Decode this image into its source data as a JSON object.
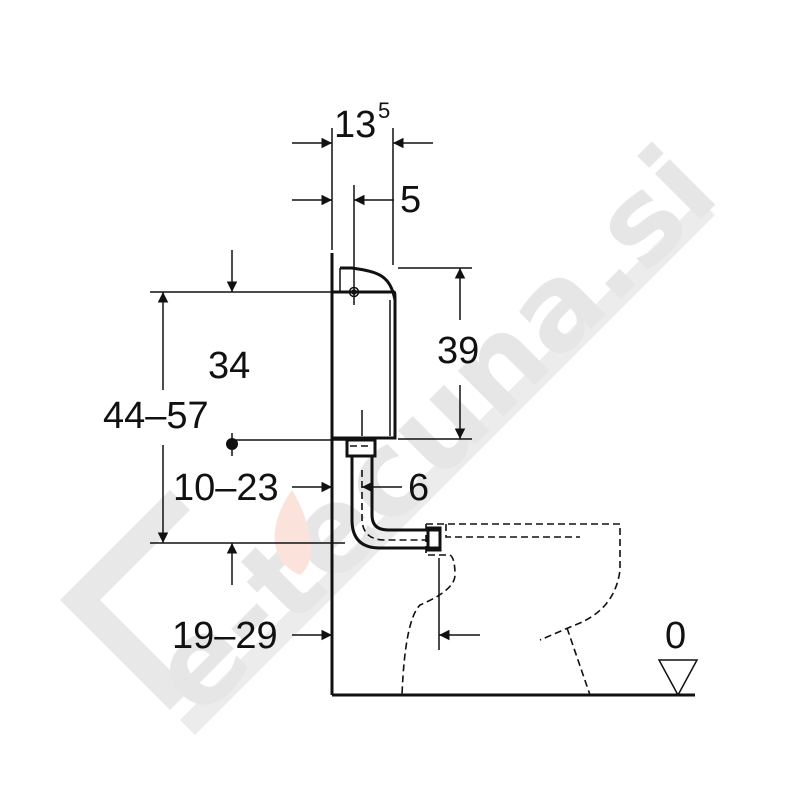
{
  "drawing": {
    "type": "technical dimension drawing",
    "subject": "exposed cistern with flush bend and floor-standing WC (side view)",
    "unit": "cm",
    "colors": {
      "line": "#111111",
      "watermark": "#e6e6e6",
      "watermark_accent": "#fbe3dc",
      "background": "#ffffff"
    }
  },
  "dimensions": {
    "cistern_depth": {
      "base": "13",
      "sup": "5",
      "meaning": "13.5 cistern depth"
    },
    "wall_to_inlet": {
      "label": "5"
    },
    "cistern_height": {
      "label": "39"
    },
    "inlet_to_outlet": {
      "label": "34"
    },
    "outlet_height_range": {
      "label": "44–57"
    },
    "bend_offset_range": {
      "label": "10–23"
    },
    "pipe_offset": {
      "label": "6"
    },
    "wc_outlet_distance": {
      "label": "19–29"
    },
    "floor_level": {
      "label": "0"
    }
  },
  "watermark": {
    "text": "e-tecuna.si"
  }
}
